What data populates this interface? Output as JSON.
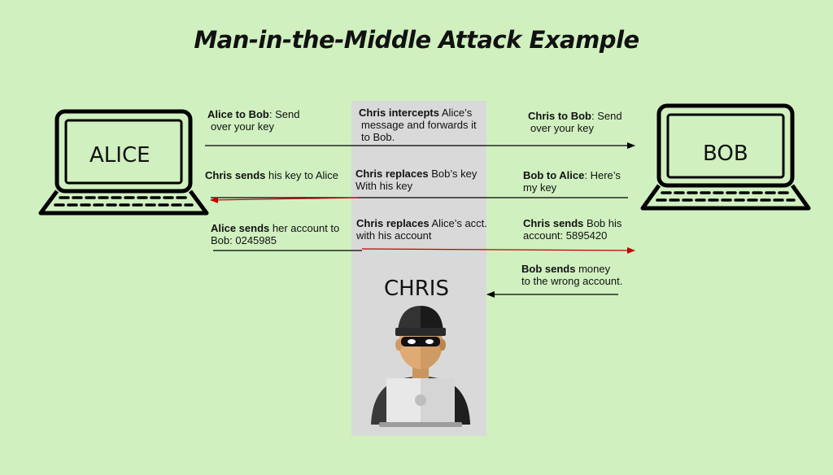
{
  "title": "Man-in-the-Middle Attack Example",
  "parties": {
    "alice": "ALICE",
    "bob": "BOB",
    "chris": "CHRIS"
  },
  "messages": {
    "m1_left": {
      "bold": "Alice to Bob",
      "rest": ": Send",
      "line2": "over your key"
    },
    "m1_mid": {
      "bold": "Chris intercepts",
      "rest": " Alice’s",
      "line2": "message and forwards it",
      "line3": "to Bob."
    },
    "m1_right": {
      "bold": "Chris to Bob",
      "rest": ": Send",
      "line2": "over your key"
    },
    "m2_left": {
      "bold": "Chris sends",
      "rest": " his key to Alice"
    },
    "m2_mid": {
      "bold": "Chris replaces",
      "rest": " Bob’s key",
      "line2": "With his key"
    },
    "m2_right": {
      "bold": "Bob to Alice",
      "rest": ": Here’s",
      "line2": "my key"
    },
    "m3_left": {
      "bold": "Alice sends",
      "rest": " her account to",
      "line2": "Bob: 0245985"
    },
    "m3_mid": {
      "bold": "Chris replaces",
      "rest": " Alice’s acct.",
      "line2": "with his account"
    },
    "m3_right": {
      "bold": "Chris sends",
      "rest": " Bob his",
      "line2": "account: 5895420"
    },
    "m4_right": {
      "bold": "Bob sends",
      "rest": " money",
      "line2": "to the wrong account."
    }
  },
  "colors": {
    "background": "#d0f0c0",
    "panel": "#d9d9d9",
    "arrow_black": "#000000",
    "arrow_red": "#c00000"
  },
  "icons": [
    "laptop-icon",
    "hacker-icon"
  ]
}
